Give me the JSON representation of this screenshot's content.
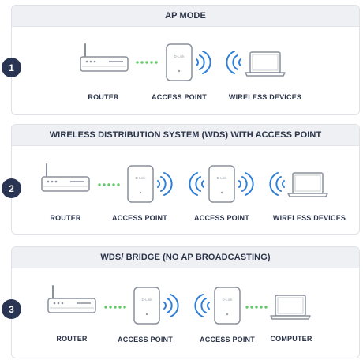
{
  "panels": [
    {
      "number": "1",
      "title": "AP MODE",
      "labels": [
        "ROUTER",
        "ACCESS POINT",
        "WIRELESS DEVICES"
      ]
    },
    {
      "number": "2",
      "title": "WIRELESS DISTRIBUTION SYSTEM (WDS) WITH ACCESS POINT",
      "labels": [
        "ROUTER",
        "ACCESS POINT",
        "ACCESS POINT",
        "WIRELESS DEVICES"
      ]
    },
    {
      "number": "3",
      "title": "WDS/ BRIDGE (NO AP BROADCASTING)",
      "labels": [
        "ROUTER",
        "ACCESS POINT",
        "ACCESS POINT",
        "COMPUTER"
      ]
    }
  ],
  "device_brand": "D-Link",
  "colors": {
    "wave": "#2f7fd8",
    "dots": "#63c86a",
    "line": "#8a909c",
    "badge": "#2a3553",
    "text": "#2a3348"
  }
}
